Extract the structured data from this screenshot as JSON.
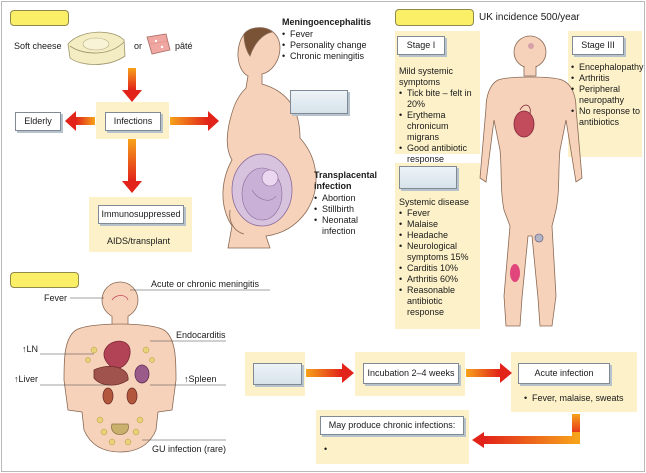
{
  "top_left": {
    "soft_cheese": "Soft cheese",
    "or": "or",
    "pate": "pâté",
    "elderly": "Elderly",
    "infections": "Infections",
    "immunosuppressed": "Immunosuppressed",
    "aids_transplant": "AIDS/transplant"
  },
  "pregnant": {
    "meningo_title": "Meningoencephalitis",
    "meningo_items": [
      "Fever",
      "Personality change",
      "Chronic meningitis"
    ],
    "transplacental_title_1": "Transplacental",
    "transplacental_title_2": "infection",
    "transplacental_items": [
      "Abortion",
      "Stillbirth",
      "Neonatal infection"
    ]
  },
  "lyme": {
    "incidence": "UK incidence 500/year",
    "stage1_label": "Stage I",
    "stage1_heading": "Mild systemic symptoms",
    "stage1_items": [
      "Tick bite – felt in 20%",
      "Erythema chronicum migrans",
      "Good antibiotic response"
    ],
    "stage3_label": "Stage III",
    "stage3_items": [
      "Encephalopathy",
      "Arthritis",
      "Peripheral neuropathy",
      "No response to antibiotics"
    ],
    "stage2_heading": "Systemic disease",
    "stage2_items": [
      "Fever",
      "Malaise",
      "Headache",
      "Neurological symptoms 15%",
      "Carditis 10%",
      "Arthritis 60%",
      "Reasonable antibiotic response"
    ]
  },
  "body_bottom": {
    "acute_chronic": "Acute or chronic meningitis",
    "fever": "Fever",
    "ln": "↑LN",
    "endocarditis": "Endocarditis",
    "liver": "↑Liver",
    "spleen": "↑Spleen",
    "gu": "GU infection (rare)"
  },
  "flow": {
    "incubation": "Incubation 2–4 weeks",
    "acute_infection": "Acute infection",
    "acute_symptoms": "Fever, malaise, sweats",
    "chronic": "May produce chronic infections:",
    "chronic_bullet": ""
  },
  "colors": {
    "yellow_tab": "#fbef67",
    "pale_panel": "#fcf1c8",
    "arrow_red": "#e2231a",
    "arrow_orange": "#f7a21b"
  }
}
